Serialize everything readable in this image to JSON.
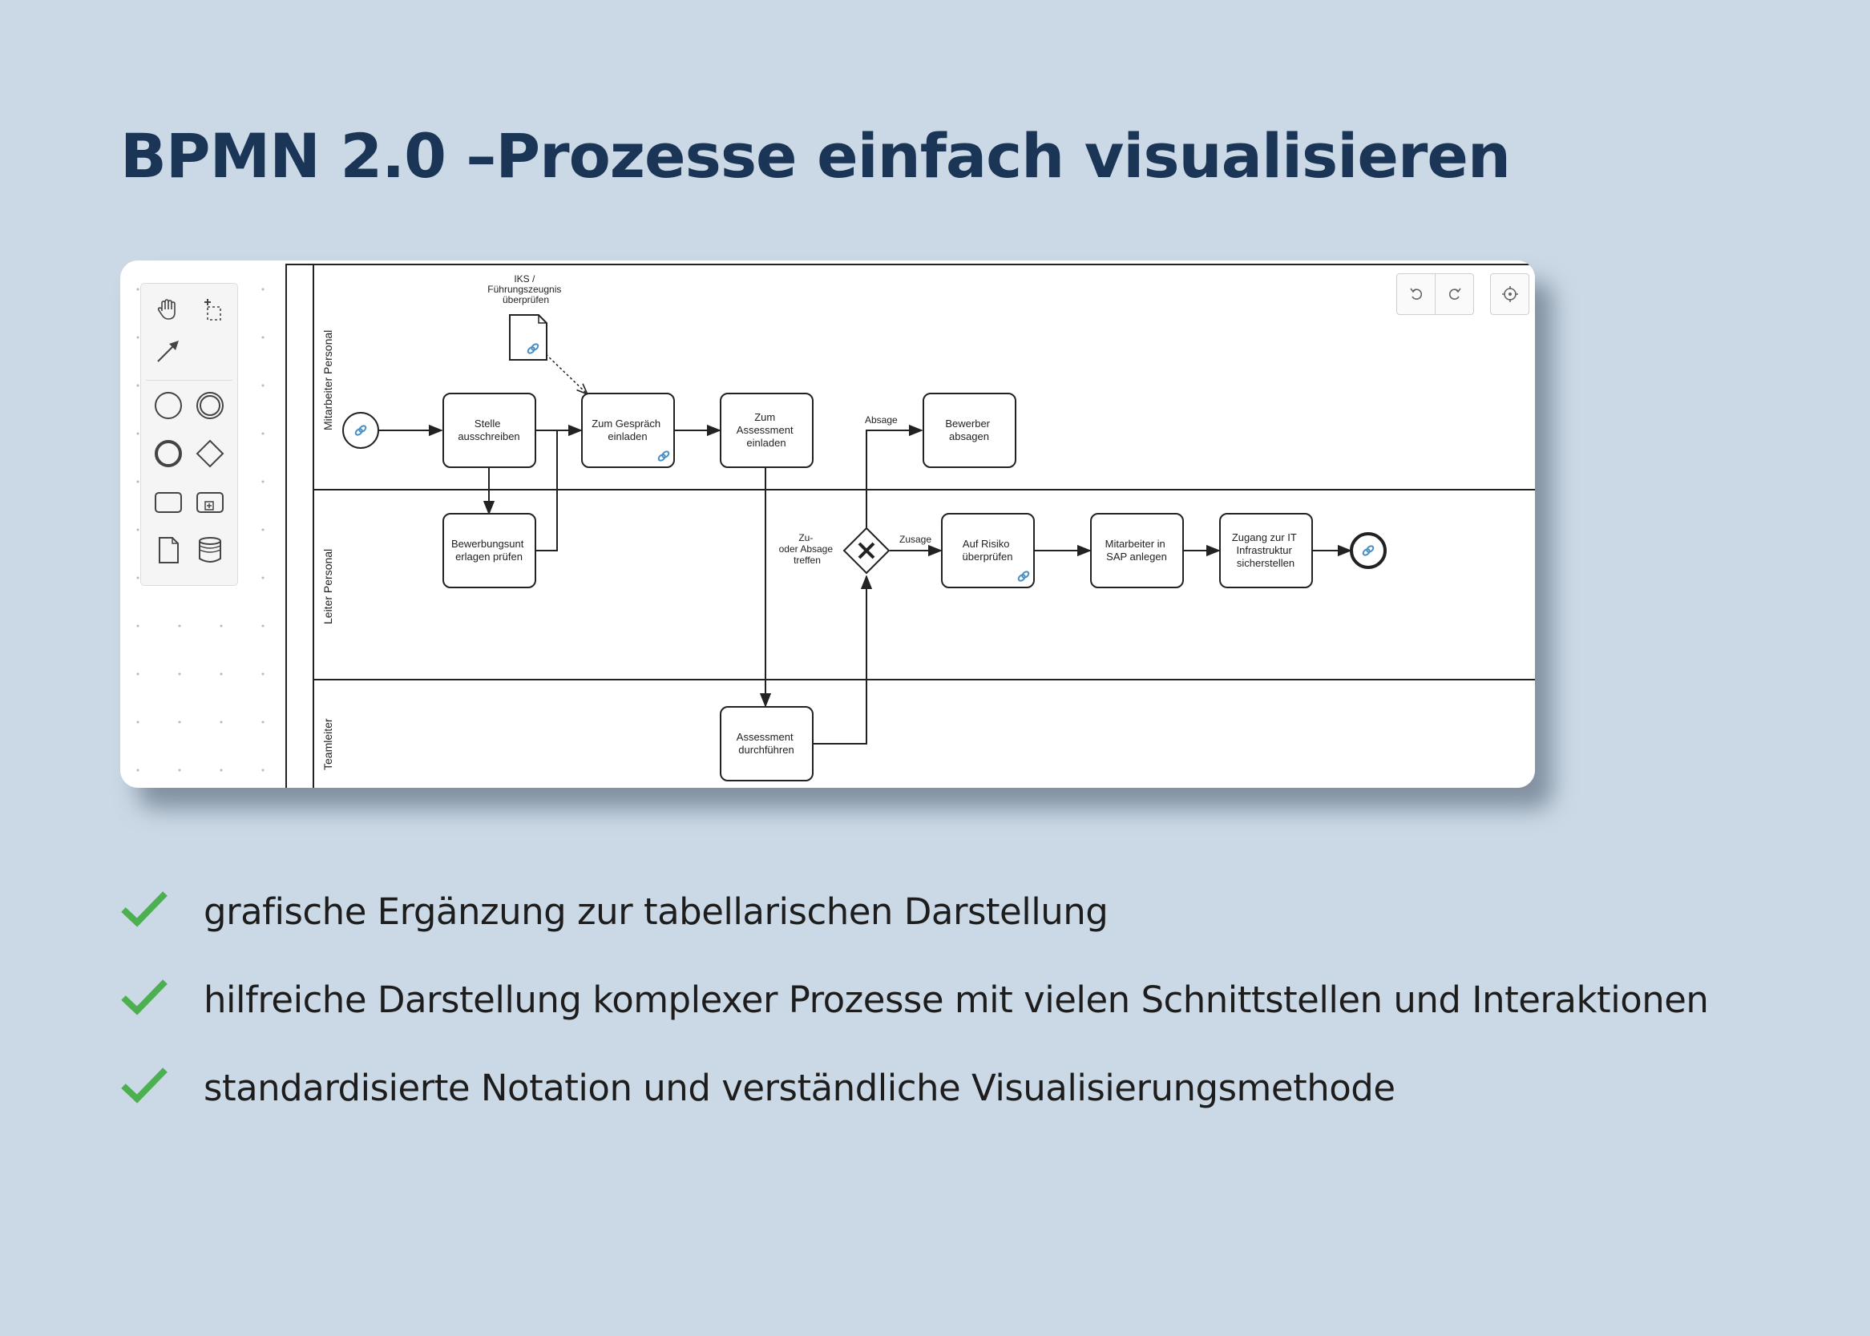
{
  "page": {
    "title": "BPMN 2.0 –Prozesse einfach visualisieren"
  },
  "editor": {
    "palette_tools": [
      {
        "name": "hand-tool-icon"
      },
      {
        "name": "lasso-tool-icon"
      },
      {
        "name": "connect-tool-icon"
      },
      {
        "name": "start-event-icon"
      },
      {
        "name": "intermediate-event-icon"
      },
      {
        "name": "end-event-icon"
      },
      {
        "name": "gateway-icon"
      },
      {
        "name": "task-icon"
      },
      {
        "name": "subprocess-icon"
      },
      {
        "name": "data-object-icon"
      },
      {
        "name": "data-store-icon"
      }
    ],
    "toolbar": [
      "undo-icon",
      "redo-icon",
      "recenter-icon"
    ],
    "lanes": {
      "lane1": "Mitarbeiter Personal",
      "lane2": "Leiter Personal",
      "lane3": "Teamleiter"
    },
    "data_object_label": [
      "IKS /",
      "Führungszeugnis",
      "überprüfen"
    ],
    "tasks": {
      "stelle": [
        "Stelle",
        "ausschreiben"
      ],
      "gespraech": [
        "Zum Gespräch",
        "einladen"
      ],
      "assessment_einladen": [
        "Zum",
        "Assessment",
        "einladen"
      ],
      "bewerber_absagen": [
        "Bewerber",
        "absagen"
      ],
      "bewerbung": [
        "Bewerbungsunt",
        "erlagen prüfen"
      ],
      "risiko": [
        "Auf Risiko",
        "überprüfen"
      ],
      "sap": [
        "Mitarbeiter in",
        "SAP anlegen"
      ],
      "zugang": [
        "Zugang zur IT",
        "Infrastruktur",
        "sicherstellen"
      ],
      "assessment_durch": [
        "Assessment",
        "durchführen"
      ]
    },
    "gateway_label": [
      "Zu-",
      "oder Absage",
      "treffen"
    ],
    "flow_labels": {
      "absage": "Absage",
      "zusage": "Zusage"
    },
    "colors": {
      "link_icon": "#4a8fc4",
      "stroke": "#222222"
    }
  },
  "features": {
    "check_color": "#4caf50",
    "items": [
      "grafische Ergänzung zur tabellarischen Darstellung",
      "hilfreiche Darstellung komplexer Prozesse mit vielen Schnittstellen und Interaktionen",
      "standardisierte Notation und verständliche Visualisierungsmethode"
    ]
  }
}
